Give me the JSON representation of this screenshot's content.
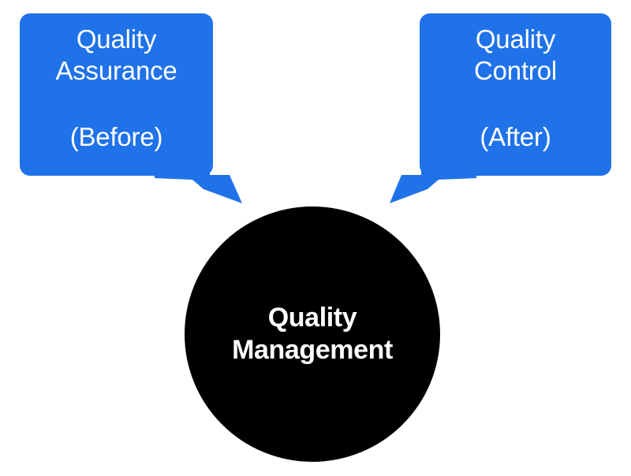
{
  "diagram": {
    "type": "concept-diagram",
    "background_color": "#ffffff",
    "accent_color": "#1f72e8",
    "center_color": "#000000",
    "text_color": "#ffffff",
    "nodes": [
      {
        "id": "quality-assurance",
        "shape": "speech-bubble",
        "title": "Quality\nAssurance",
        "subtitle": "(Before)",
        "fill": "#1f72e8",
        "pointer": "down-right"
      },
      {
        "id": "quality-control",
        "shape": "speech-bubble",
        "title": "Quality\nControl",
        "subtitle": "(After)",
        "fill": "#1f72e8",
        "pointer": "down-left"
      },
      {
        "id": "quality-management",
        "shape": "circle",
        "label": "Quality\nManagement",
        "fill": "#000000"
      }
    ],
    "connections": [
      {
        "from": "quality-assurance",
        "to": "quality-management",
        "style": "arrow"
      },
      {
        "from": "quality-control",
        "to": "quality-management",
        "style": "arrow"
      }
    ]
  }
}
